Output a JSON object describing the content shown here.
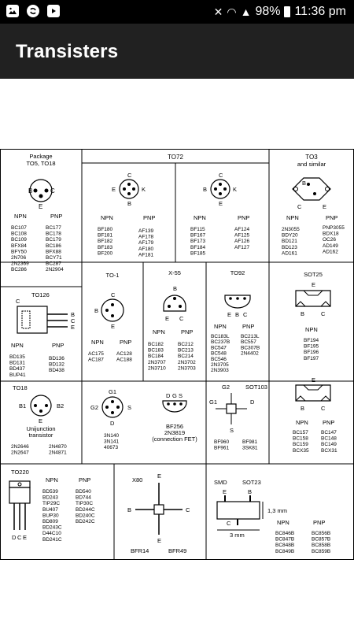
{
  "status_bar": {
    "icons_left": [
      "image-icon",
      "sync-icon",
      "youtube-icon"
    ],
    "icons_right": [
      "mute-icon",
      "wifi-icon",
      "signal-icon"
    ],
    "battery": "98%",
    "time": "11:36 pm"
  },
  "app_bar": {
    "title": "Transisters"
  },
  "chart": {
    "cells": {
      "package_to5": {
        "title1": "Package",
        "title2": "TO5, TO18",
        "pins": [
          "B",
          "C",
          "E"
        ],
        "npn": "NPN",
        "pnp": "PNP",
        "npn_parts": [
          "BC107",
          "BC108",
          "BC109",
          "BFX84",
          "BFY50",
          "2N706",
          "2N2369",
          "BC286"
        ],
        "pnp_parts": [
          "BC177",
          "BC178",
          "BC179",
          "BC186",
          "BFX88",
          "BCY71",
          "BC287",
          "2N2904"
        ]
      },
      "to72": {
        "title": "TO72",
        "pins_a": [
          "C",
          "E",
          "K",
          "B"
        ],
        "pins_b": [
          "C",
          "B",
          "K",
          "E"
        ],
        "npn": "NPN",
        "pnp": "PNP",
        "npn_a": [
          "BF180",
          "BF181",
          "BF182",
          "BF183",
          "BF200"
        ],
        "pnp_a": [
          "AF139",
          "AF178",
          "AF179",
          "AF180",
          "AF181"
        ],
        "npn_b": [
          "BF115",
          "BF167",
          "BF173",
          "BF184",
          "BF185"
        ],
        "pnp_b": [
          "AF124",
          "AF125",
          "AF126",
          "AF127"
        ]
      },
      "to3": {
        "title1": "TO3",
        "title2": "and similar",
        "pins": [
          "B",
          "C",
          "E"
        ],
        "npn": "NPN",
        "pnp": "PNP",
        "npn_parts": [
          "2N3055",
          "BDY20",
          "BD121",
          "BD123",
          "AD161"
        ],
        "pnp_parts": [
          "PNP3055",
          "BDX18",
          "OC26",
          "AD149",
          "AD162"
        ]
      },
      "to126": {
        "title": "TO126",
        "pins": [
          "C",
          "B",
          "C",
          "E"
        ],
        "npn": "NPN",
        "pnp": "PNP",
        "npn_parts": [
          "BD135",
          "BD131",
          "BD437",
          "BUP41"
        ],
        "pnp_parts": [
          "BD136",
          "BD132",
          "BD438"
        ]
      },
      "to1": {
        "title": "TO-1",
        "pins": [
          "C",
          "B",
          "E"
        ],
        "npn": "NPN",
        "pnp": "PNP",
        "npn_parts": [
          "AC175",
          "AC187"
        ],
        "pnp_parts": [
          "AC128",
          "AC188"
        ]
      },
      "x55": {
        "title": "X-55",
        "pins": [
          "B",
          "E",
          "C"
        ],
        "npn": "NPN",
        "pnp": "PNP",
        "npn_parts": [
          "BC182",
          "BC183",
          "BC184",
          "2N3707",
          "2N3710"
        ],
        "pnp_parts": [
          "BC212",
          "BC213",
          "BC214",
          "2N3702",
          "2N3703"
        ]
      },
      "to92": {
        "title": "TO92",
        "pins": [
          "E",
          "B",
          "C"
        ],
        "npn": "NPN",
        "pnp": "PNP",
        "npn_parts": [
          "BC183L",
          "BC237B",
          "BC547",
          "BC548",
          "BC546",
          "2N3705",
          "2N3903"
        ],
        "pnp_parts": [
          "BC213L",
          "BC557",
          "BC307B",
          "2N4402"
        ]
      },
      "sot25": {
        "title": "SOT25",
        "pins": [
          "E",
          "B",
          "C"
        ],
        "npn": "NPN",
        "npn_parts": [
          "BF194",
          "BF195",
          "BF196",
          "BF197"
        ]
      },
      "to18_uj": {
        "title": "TO18",
        "pins": [
          "B1",
          "E",
          "B2"
        ],
        "caption1": "Unijunction",
        "caption2": "transistor",
        "parts_a": [
          "2N2646",
          "2N2647"
        ],
        "parts_b": [
          "2N4870",
          "2N4871"
        ]
      },
      "fet_4pin": {
        "pins": [
          "G1",
          "G2",
          "S",
          "D"
        ],
        "parts": [
          "3N140",
          "3N141",
          "40673"
        ]
      },
      "fet_3pin": {
        "pins": [
          "D",
          "G",
          "S"
        ],
        "caption1": "BF256",
        "caption2": "2N3819",
        "caption3": "(connection FET)"
      },
      "sot103": {
        "title": "SOT103",
        "pins": [
          "G2",
          "G1",
          "D",
          "S"
        ],
        "parts_a": [
          "BF960",
          "BF961"
        ],
        "parts_b": [
          "BF981",
          "3SK81"
        ]
      },
      "sot_power": {
        "pins": [
          "B",
          "C",
          "E"
        ],
        "npn": "NPN",
        "pnp": "PNP",
        "npn_parts": [
          "BC157",
          "BC158",
          "BC159",
          "BCX35"
        ],
        "pnp_parts": [
          "BC147",
          "BC148",
          "BC149",
          "BCX31"
        ]
      },
      "to220": {
        "title": "TO220",
        "pins": [
          "D",
          "C",
          "E"
        ],
        "npn": "NPN",
        "pnp": "PNP",
        "npn_parts": [
          "BD539",
          "BD243",
          "TIP29C",
          "BU407",
          "BUP30",
          "BD809",
          "BD243C",
          "D44C10",
          "BD241C"
        ],
        "pnp_parts": [
          "BD540",
          "BD744",
          "TIP30C",
          "BD244C",
          "BD240C",
          "BD242C"
        ]
      },
      "x80": {
        "title": "X80",
        "pins": [
          "E",
          "C",
          "B",
          "E"
        ],
        "parts_a": "BFR14",
        "parts_b": "BFR49"
      },
      "smd_sot23": {
        "title_a": "SMD",
        "title_b": "SOT23",
        "pins": [
          "E",
          "B",
          "C"
        ],
        "dim_h": "1,3 mm",
        "dim_w": "3 mm",
        "npn": "NPN",
        "pnp": "PNP",
        "npn_parts": [
          "BC846B",
          "BC847B",
          "BC848B",
          "BC849B"
        ],
        "pnp_parts": [
          "BC856B",
          "BC857B",
          "BC858B",
          "BC859B"
        ]
      }
    }
  }
}
